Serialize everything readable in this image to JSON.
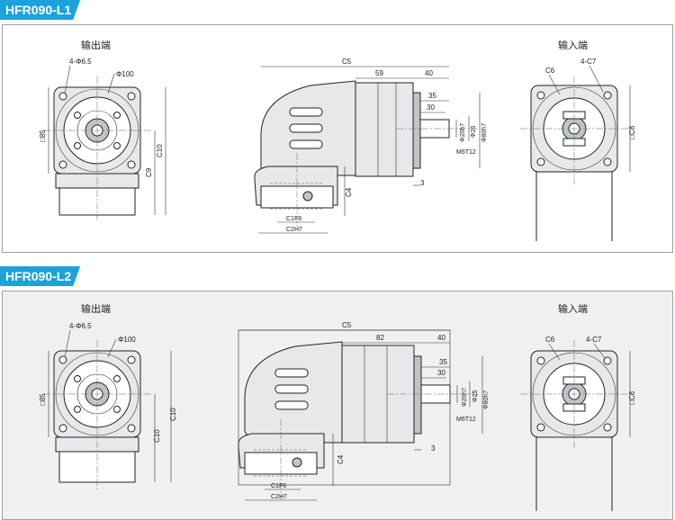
{
  "sections": [
    {
      "tag": "HFR090-L1",
      "output_end_label": "输出端",
      "input_end_label": "输入端",
      "dims": {
        "holes": "4-Φ6.5",
        "pcd": "Φ100",
        "square": "□85",
        "c10": "C10",
        "c9": "C9",
        "c5": "C5",
        "d59": "59",
        "d40": "40",
        "d35": "35",
        "d30": "30",
        "d3": "3",
        "c4": "C4",
        "shaft": "Φ20h7",
        "spigot": "Φ25",
        "flange": "Φ80h7",
        "thread": "M6T12",
        "c1": "C1F6",
        "c2": "C2H7",
        "c6": "C6",
        "c7": "4-C7",
        "c8": "□C8"
      }
    },
    {
      "tag": "HFR090-L2",
      "output_end_label": "输出端",
      "input_end_label": "输入端",
      "dims": {
        "holes": "4-Φ6.5",
        "pcd": "Φ100",
        "square": "□85",
        "c10a": "C10",
        "c10b": "C10",
        "c5": "C5",
        "d82": "82",
        "d40": "40",
        "d35": "35",
        "d30": "30",
        "d3": "3",
        "c4": "C4",
        "shaft": "Φ20h7",
        "spigot": "Φ25",
        "flange": "Φ80h7",
        "thread": "M6T12",
        "c1": "C1F6",
        "c2": "C2H7",
        "c6": "C6",
        "c7": "4-C7",
        "c8": "□C8"
      }
    }
  ]
}
